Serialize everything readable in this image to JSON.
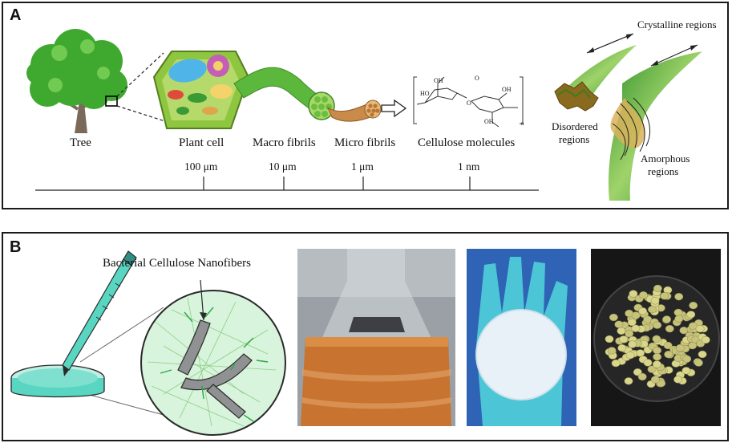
{
  "panel_a": {
    "letter": "A",
    "stage_labels": {
      "tree": "Tree",
      "plant_cell": "Plant cell",
      "macro_fibrils": "Macro fibrils",
      "micro_fibrils": "Micro fibrils",
      "cellulose_molecules": "Cellulose molecules"
    },
    "scale_labels": {
      "s100um": "100 μm",
      "s10um": "10 μm",
      "s1um": "1 μm",
      "s1nm": "1 nm"
    },
    "fiber_labels": {
      "crystalline": "Crystalline regions",
      "disordered_1": "Disordered",
      "disordered_2": "regions",
      "amorphous_1": "Amorphous",
      "amorphous_2": "regions"
    },
    "molecule_atoms": {
      "o": "O",
      "oh": "OH",
      "ho": "HO",
      "n": "n"
    }
  },
  "panel_b": {
    "letter": "B",
    "callout_label": "Bacterial Cellulose Nanofibers"
  },
  "colors": {
    "leaf_green": "#3fa92f",
    "fibril_green": "#5cb83c",
    "micro_tan": "#c98a4a",
    "broth_orange": "#c8732f",
    "glove_cyan": "#4cc6d6",
    "petri_cyan": "#58d6c2"
  }
}
